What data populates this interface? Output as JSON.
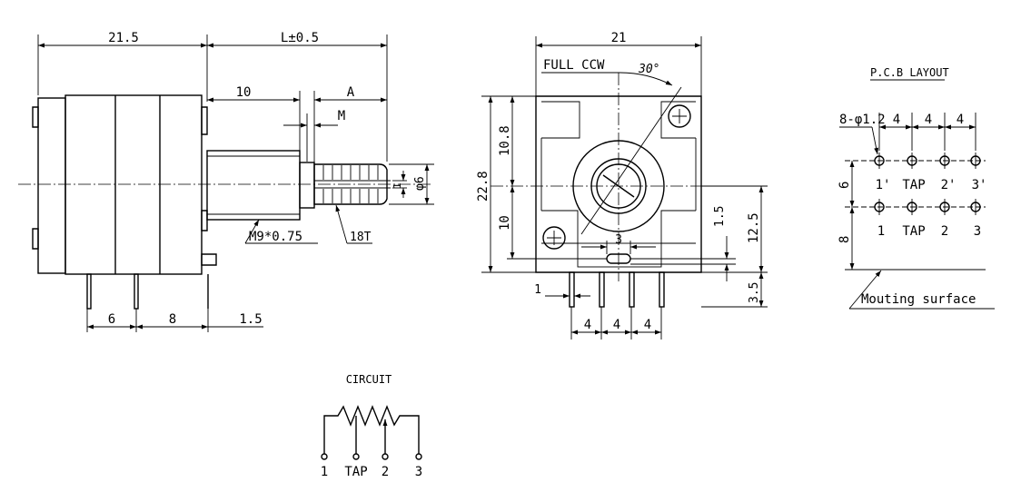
{
  "side_view": {
    "dim_body_length": "21.5",
    "dim_shaft_length": "L±0.5",
    "dim_thread_length": "10",
    "dim_knurl_length": "A",
    "dim_m": "M",
    "dim_shaft_dia": "φ6",
    "dim_slot": "1",
    "thread_spec": "M9*0.75",
    "serration": "18T",
    "dim_pin_spacing_1": "6",
    "dim_pin_spacing_2": "8",
    "dim_pin_offset": "1.5"
  },
  "front_view": {
    "dim_width": "21",
    "rotation_label": "FULL CCW",
    "rotation_angle": "30°",
    "dim_height": "22.8",
    "dim_upper": "10.8",
    "dim_lower": "10",
    "dim_slot_width": "3",
    "dim_slot_offset": "1.5",
    "dim_mount_height": "12.5",
    "dim_pin_length": "3.5",
    "dim_pin_width": "1",
    "dim_pin_pitch": [
      "4",
      "4",
      "4"
    ]
  },
  "pcb_layout": {
    "title": "P.C.B LAYOUT",
    "hole_spec": "8-φ1.2",
    "dim_pitch": [
      "4",
      "4",
      "4"
    ],
    "dim_row_spacing": "6",
    "dim_to_surface": "8",
    "top_row_labels": [
      "1'",
      "TAP",
      "2'",
      "3'"
    ],
    "bottom_row_labels": [
      "1",
      "TAP",
      "2",
      "3"
    ],
    "surface_label": "Mouting surface"
  },
  "circuit": {
    "title": "CIRCUIT",
    "pin_labels": [
      "1",
      "TAP",
      "2",
      "3"
    ]
  }
}
